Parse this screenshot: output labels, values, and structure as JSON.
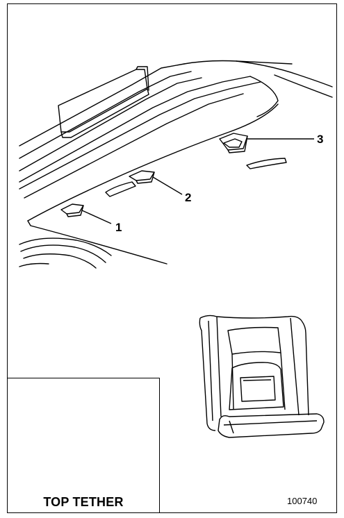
{
  "callouts": [
    {
      "label": "1"
    },
    {
      "label": "2"
    },
    {
      "label": "3"
    }
  ],
  "icon": {
    "name": "top-tether-symbol",
    "label": "TOP TETHER"
  },
  "reference_code": "100740",
  "colors": {
    "ink": "#000000",
    "paper": "#ffffff"
  }
}
